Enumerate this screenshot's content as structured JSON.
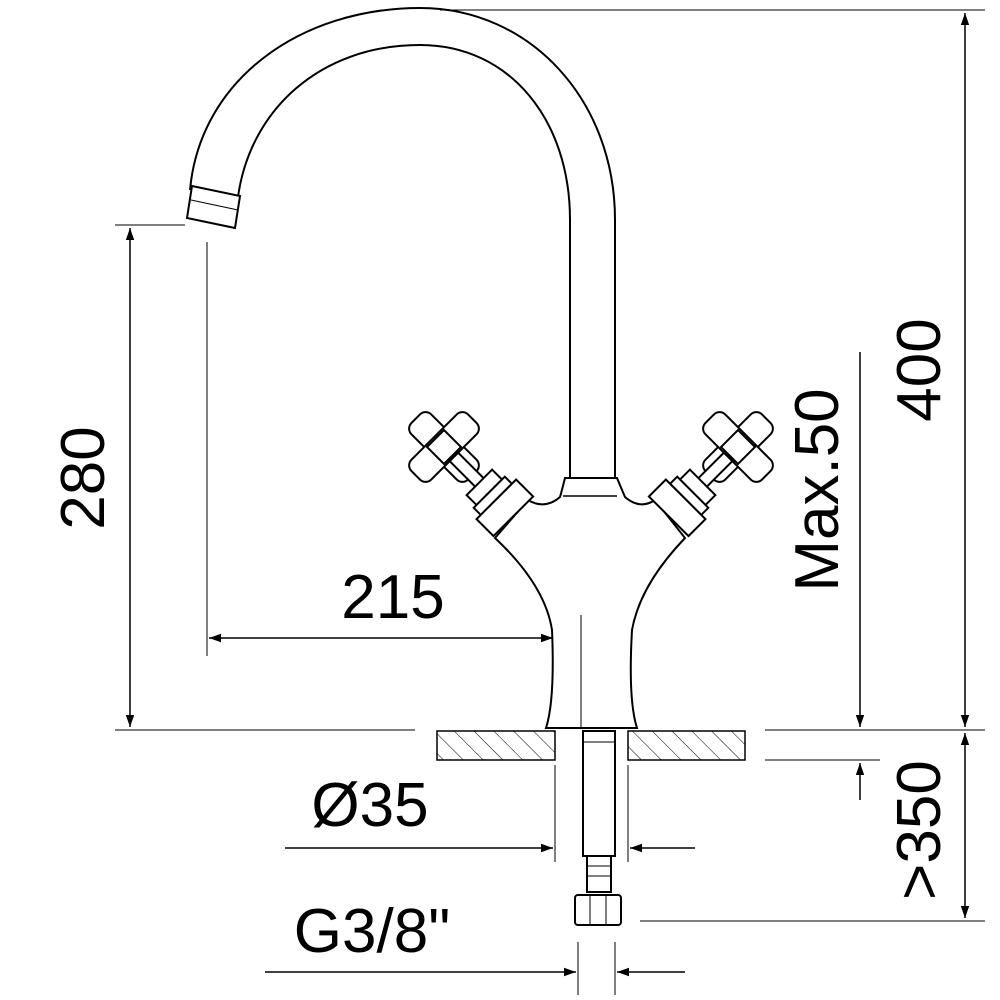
{
  "drawing": {
    "title": "Faucet dimension drawing",
    "dimensions": {
      "spout_height": "280",
      "spout_reach": "215",
      "total_height": "400",
      "max_deck_thickness": "Max.50",
      "hole_diameter": "Ø35",
      "hose_length": ">350",
      "connection": "G3/8\""
    }
  }
}
